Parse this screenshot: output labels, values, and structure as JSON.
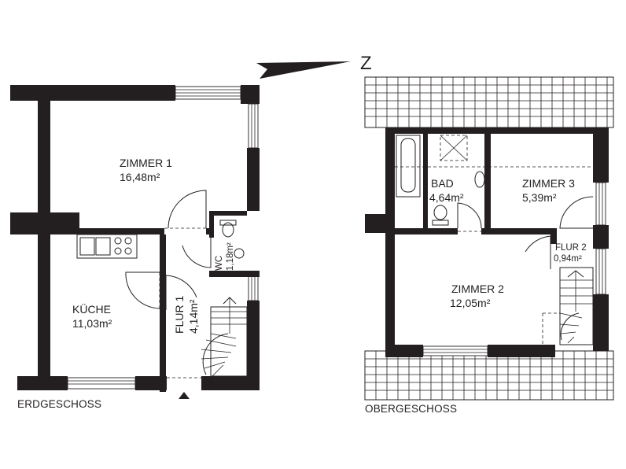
{
  "north": {
    "label": "Z"
  },
  "ground_floor": {
    "caption": "ERDGESCHOSS",
    "rooms": [
      {
        "name": "ZIMMER 1",
        "area": "16,48m²"
      },
      {
        "name": "KÜCHE",
        "area": "11,03m²"
      },
      {
        "name": "FLUR 1",
        "area": "4,14m²"
      },
      {
        "name": "WC",
        "area": "1,18m²"
      }
    ]
  },
  "upper_floor": {
    "caption": "OBERGESCHOSS",
    "rooms": [
      {
        "name": "BAD",
        "area": "4,64m²"
      },
      {
        "name": "ZIMMER 3",
        "area": "5,39m²"
      },
      {
        "name": "ZIMMER 2",
        "area": "12,05m²"
      },
      {
        "name": "FLUR 2",
        "area": "0,94m²"
      }
    ]
  },
  "colors": {
    "wall": "#231f20",
    "background": "#ffffff"
  }
}
